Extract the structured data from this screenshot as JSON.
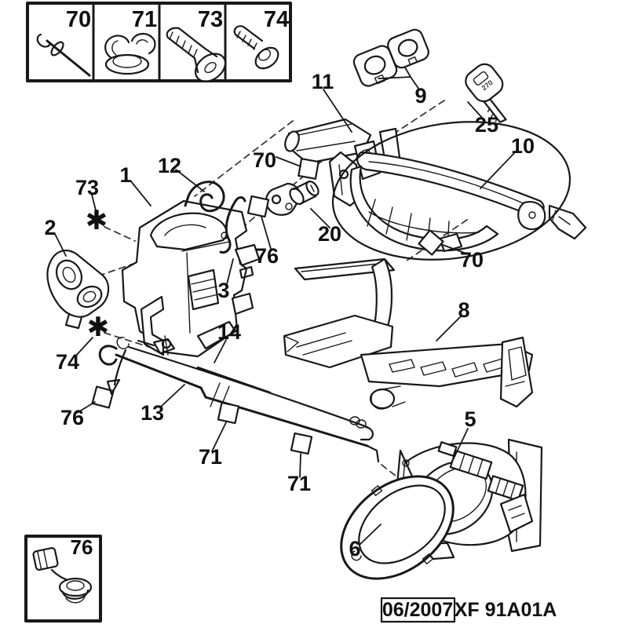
{
  "diagram": {
    "legend_cells": [
      {
        "number": "70",
        "part": "pop-rivet"
      },
      {
        "number": "71",
        "part": "clip-grommet"
      },
      {
        "number": "73",
        "part": "torx-screw"
      },
      {
        "number": "74",
        "part": "flange-screw"
      }
    ],
    "clip_box": {
      "number": "76",
      "part": "clip-with-grommet"
    },
    "callouts": {
      "c11": "11",
      "c9": "9",
      "c25": "25",
      "c10": "10",
      "c12": "12",
      "c70a": "70",
      "c73": "73",
      "c1": "1",
      "c2": "2",
      "c20": "20",
      "c76a": "76",
      "c70b": "70",
      "c3": "3",
      "c8": "8",
      "c74": "74",
      "c14": "14",
      "c13": "13",
      "c76b": "76",
      "c71a": "71",
      "c71b": "71",
      "c5": "5",
      "c6": "6"
    },
    "fastener_mark": "✱",
    "key_marking": "270",
    "footer": {
      "date": "06/2007",
      "code": "XF 91A01A"
    },
    "highlight_color": "#c2211a"
  }
}
